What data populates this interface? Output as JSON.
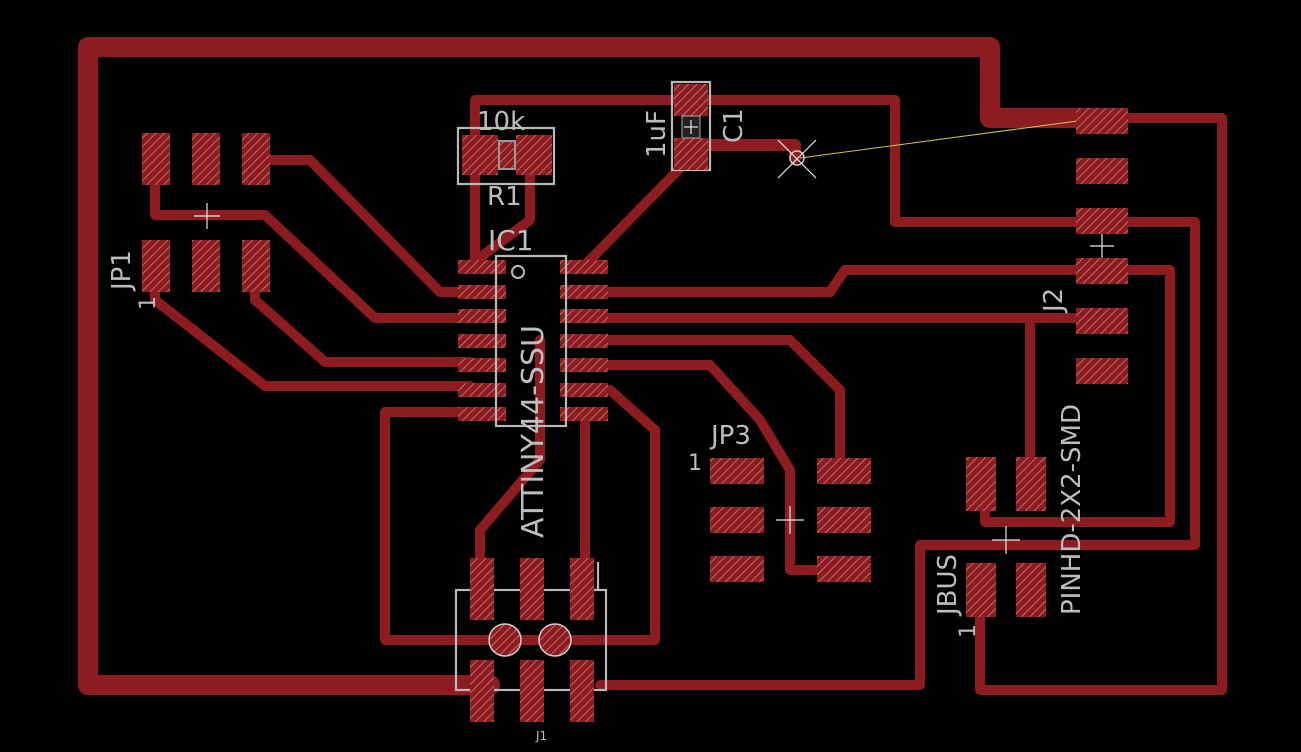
{
  "board": {
    "background": "#000000",
    "copper_color": "#8c1c1f",
    "silk_color": "#bdbdbd",
    "airwire_color": "#d6c34a"
  },
  "labels": {
    "r1_value": "10k",
    "r1_name": "R1",
    "c1_value": "1uF",
    "c1_name": "C1",
    "ic1_name": "IC1",
    "ic1_value": "ATTINY44-SSU",
    "jp1_name": "JP1",
    "jp1_pin1": "1",
    "jp3_name": "JP3",
    "jp3_pin1": "1",
    "j2_name": "J2",
    "j2_value": "PINHD-2X2-SMD",
    "jbus_name": "JBUS",
    "jbus_pin1": "1",
    "j1_name": "J1"
  },
  "icons": {
    "origin_marker": "crosshair-icon",
    "via": "via-icon",
    "mount_holes": "drill-hole-icon"
  }
}
